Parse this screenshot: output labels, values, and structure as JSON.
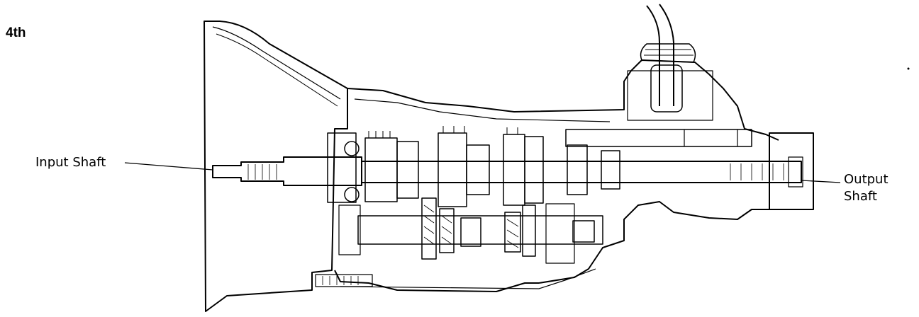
{
  "heading": "4th",
  "labels": {
    "input_shaft": "Input Shaft",
    "output_shaft_line1": "Output",
    "output_shaft_line2": "Shaft"
  },
  "colors": {
    "ink": "#000000",
    "background": "#ffffff"
  }
}
